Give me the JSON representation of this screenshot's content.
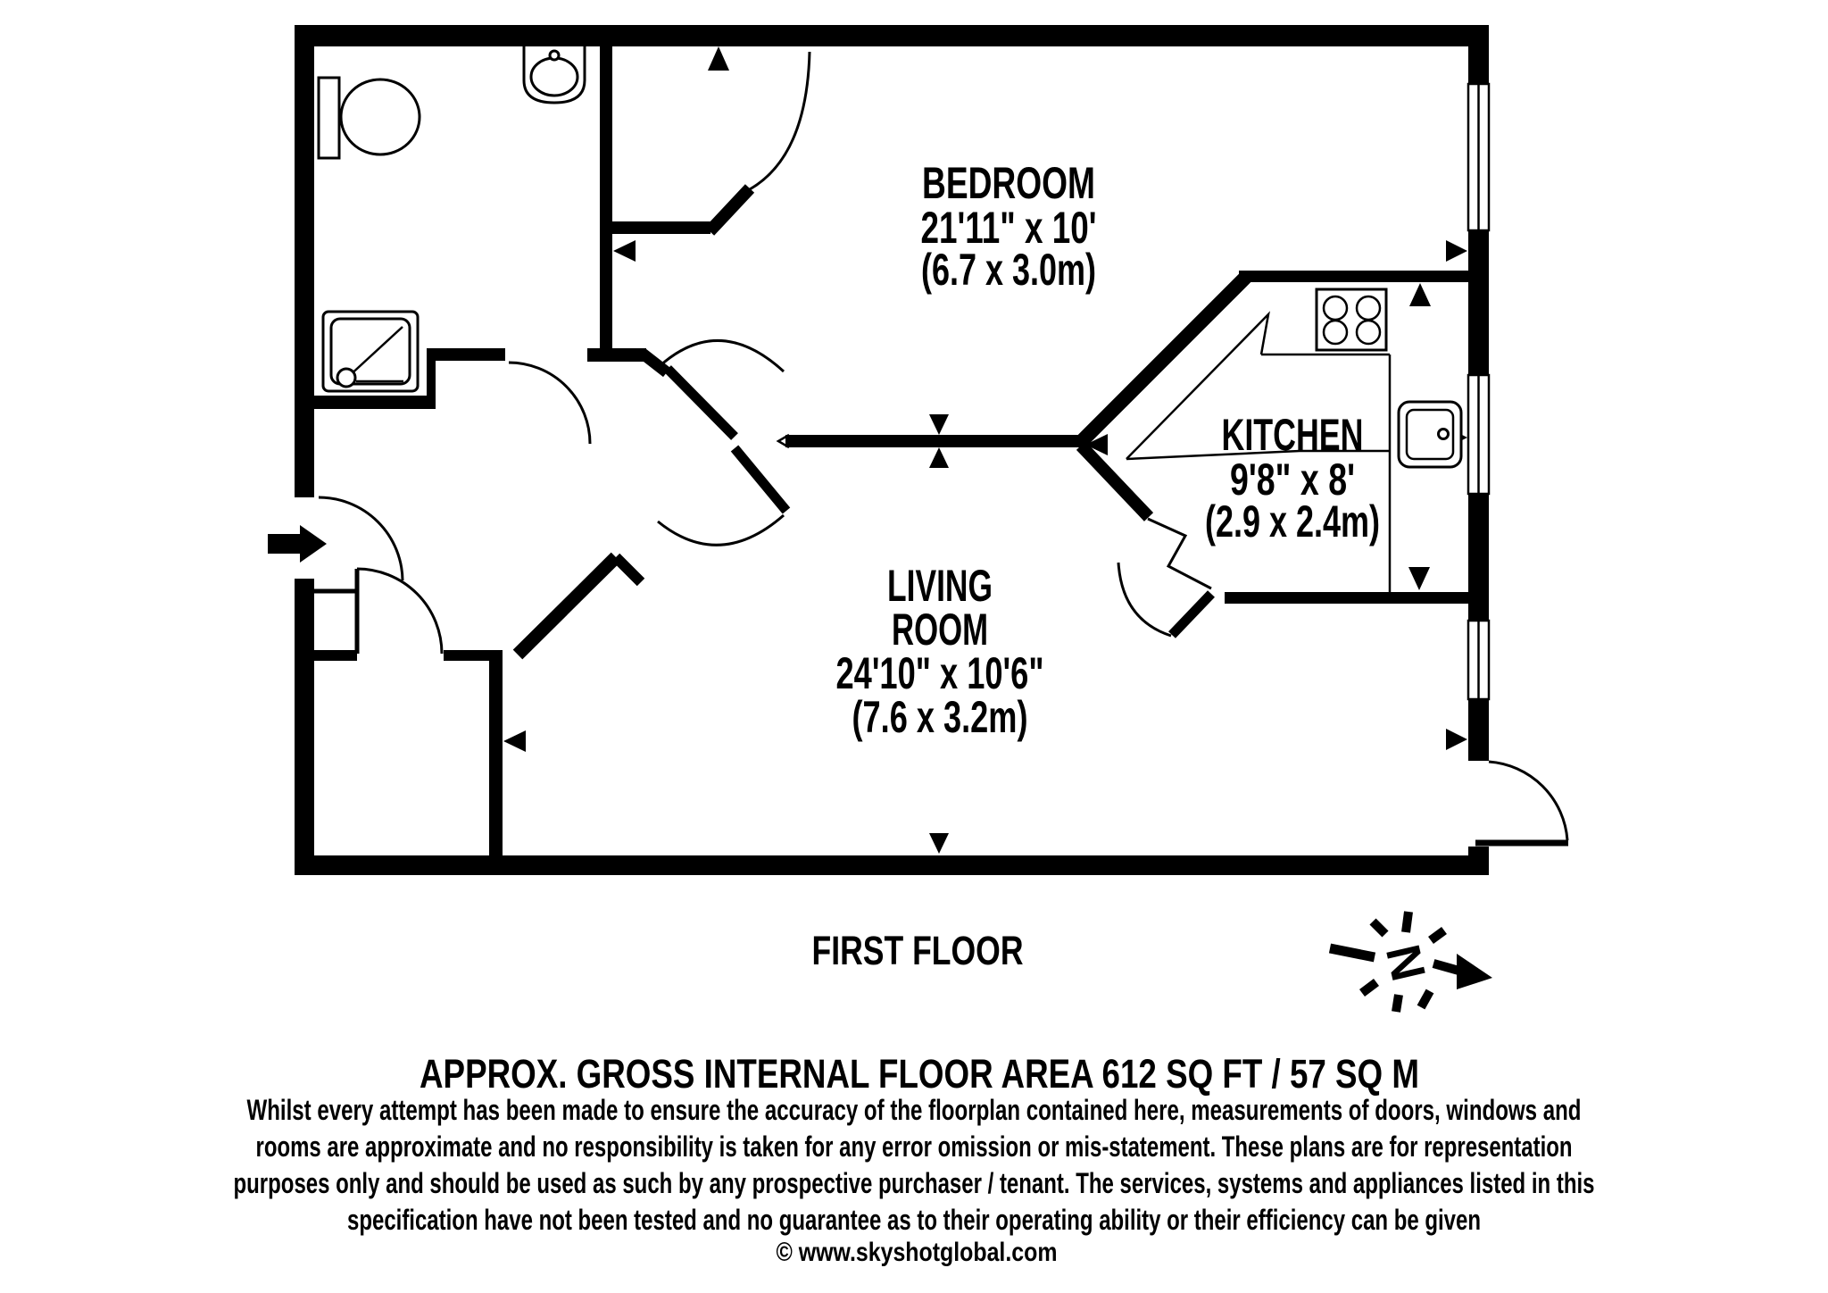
{
  "rooms": {
    "bedroom": {
      "name": "BEDROOM",
      "imperial": "21'11\" x 10'",
      "metric": "(6.7 x 3.0m)"
    },
    "kitchen": {
      "name": "KITCHEN",
      "imperial": "9'8\" x 8'",
      "metric": "(2.9 x 2.4m)"
    },
    "living": {
      "line1": "LIVING",
      "line2": "ROOM",
      "imperial": "24'10\" x 10'6\"",
      "metric": "(7.6 x 3.2m)"
    }
  },
  "floor_label": "FIRST FLOOR",
  "area_title": "APPROX. GROSS INTERNAL FLOOR AREA 612 SQ FT / 57 SQ M",
  "disclaimer": [
    "Whilst every attempt has been made to ensure the accuracy of the floorplan contained here, measurements of doors, windows and",
    "rooms are approximate and no responsibility is taken for any error omission or mis-statement. These plans are for representation",
    "purposes only and should  be used as such by any prospective purchaser / tenant. The services, systems and appliances listed in this",
    "specification have not been tested and no guarantee as to their operating ability or their efficiency can be given"
  ],
  "credit": "© www.skyshotglobal.com",
  "compass": {
    "letter": "N"
  },
  "colors": {
    "ink": "#000000",
    "paper": "#ffffff"
  }
}
